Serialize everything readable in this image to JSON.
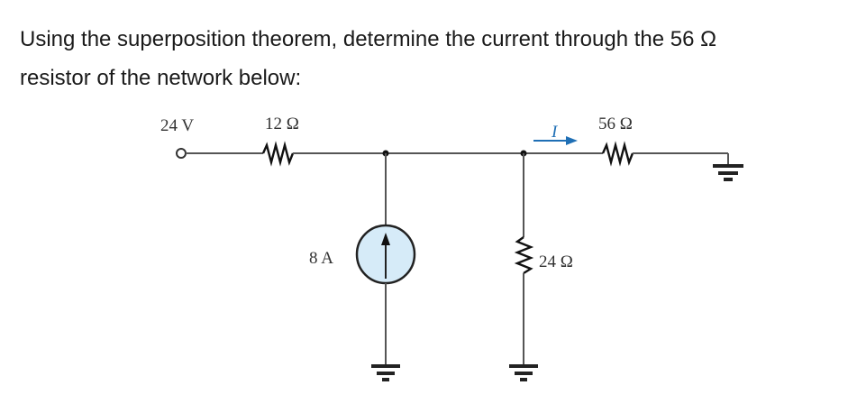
{
  "question": {
    "line1": "Using the superposition theorem, determine the current through the 56 Ω",
    "line2": "resistor of the network below:"
  },
  "circuit": {
    "source_voltage_label": "24 V",
    "r1_label": "12 Ω",
    "r2_label": "56 Ω",
    "r3_label": "24 Ω",
    "current_source_label": "8 A",
    "current_label": "I",
    "colors": {
      "current_arrow": "#1f6fb5",
      "current_source_fill": "#d6ebf8"
    }
  }
}
